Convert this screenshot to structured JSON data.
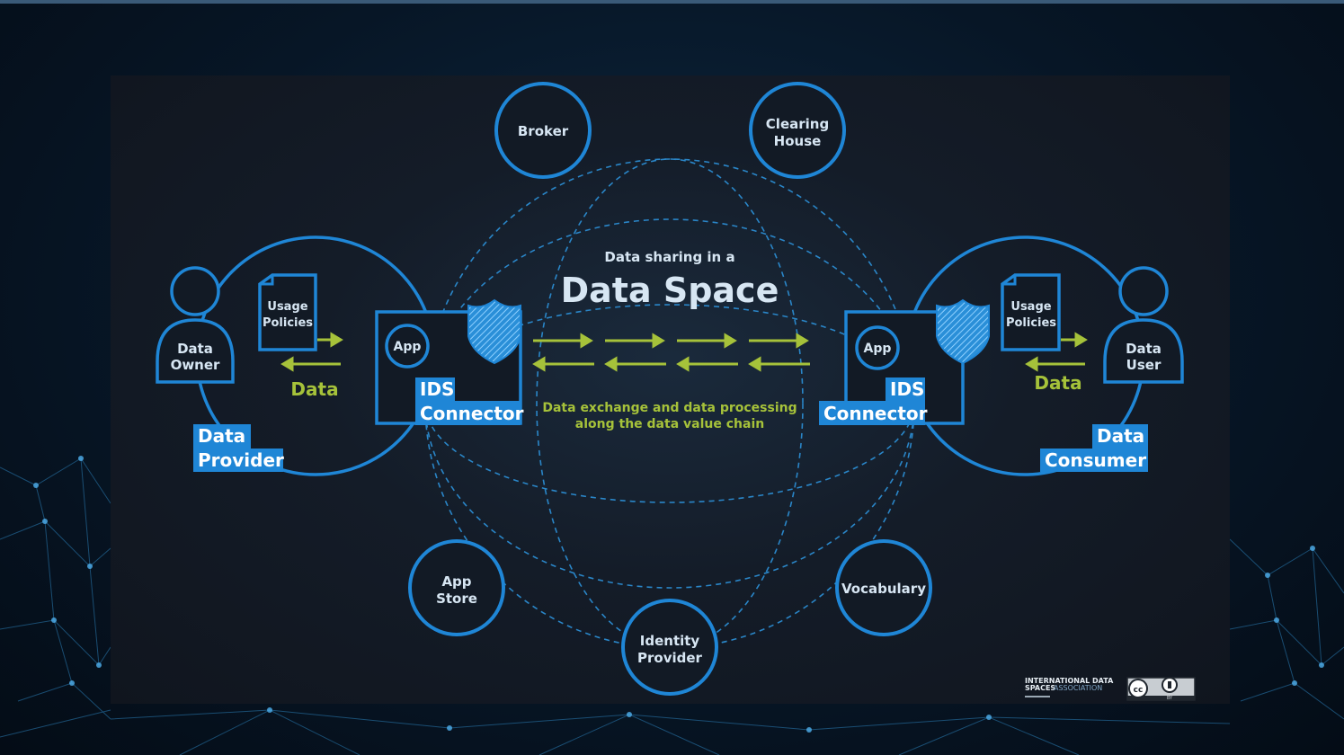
{
  "diagram": {
    "subtitle": "Data sharing in a",
    "title": "Data Space",
    "exchange_line1": "Data exchange and data processing",
    "exchange_line2": "along the data value chain",
    "services": {
      "broker": [
        "Broker"
      ],
      "clearing_house": [
        "Clearing",
        "House"
      ],
      "app_store": [
        "App",
        "Store"
      ],
      "identity_provider": [
        "Identity",
        "Provider"
      ],
      "vocabulary": [
        "Vocabulary"
      ]
    },
    "provider": {
      "person": [
        "Data",
        "Owner"
      ],
      "policies": [
        "Usage",
        "Policies"
      ],
      "data": "Data",
      "app": "App",
      "connector": [
        "IDS",
        "Connector"
      ],
      "role": [
        "Data",
        "Provider"
      ]
    },
    "consumer": {
      "person": [
        "Data",
        "User"
      ],
      "policies": [
        "Usage",
        "Policies"
      ],
      "data": "Data",
      "app": "App",
      "connector": [
        "IDS",
        "Connector"
      ],
      "role": [
        "Data",
        "Consumer"
      ]
    },
    "logo": {
      "line1": "INTERNATIONAL DATA",
      "line2a": "SPACES",
      "line2b": "ASSOCIATION",
      "cc": "cc",
      "by": "BY"
    }
  },
  "colors": {
    "accent_blue": "#1f86d6",
    "label_box": "#1f86d6",
    "green_text": "#a6c23a",
    "panel_bg": "#141c28"
  }
}
